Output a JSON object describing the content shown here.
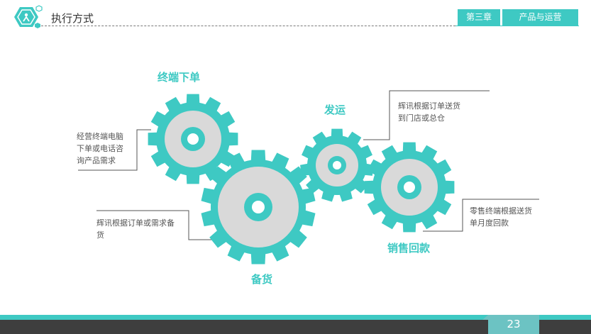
{
  "header": {
    "title": "执行方式",
    "tabs": [
      {
        "label": "第三章"
      },
      {
        "label": "产品与运营"
      }
    ]
  },
  "gears": [
    {
      "label": "终端下单",
      "description": "经营终端电脑\n下单或电话咨\n询产品需求"
    },
    {
      "label": "备货",
      "description": "辉讯根据订单或需求备\n货"
    },
    {
      "label": "发运",
      "description": "辉讯根据订单送货\n到门店或总仓"
    },
    {
      "label": "销售回款",
      "description": "零售终端根据送货\n单月度回款"
    }
  ],
  "footer": {
    "page_number": "23"
  },
  "colors": {
    "accent": "#3ec9c3",
    "gear_fill": "#d9d9d9",
    "footer_dark": "#3e3e3e",
    "page_tab": "#6cc3c3"
  }
}
